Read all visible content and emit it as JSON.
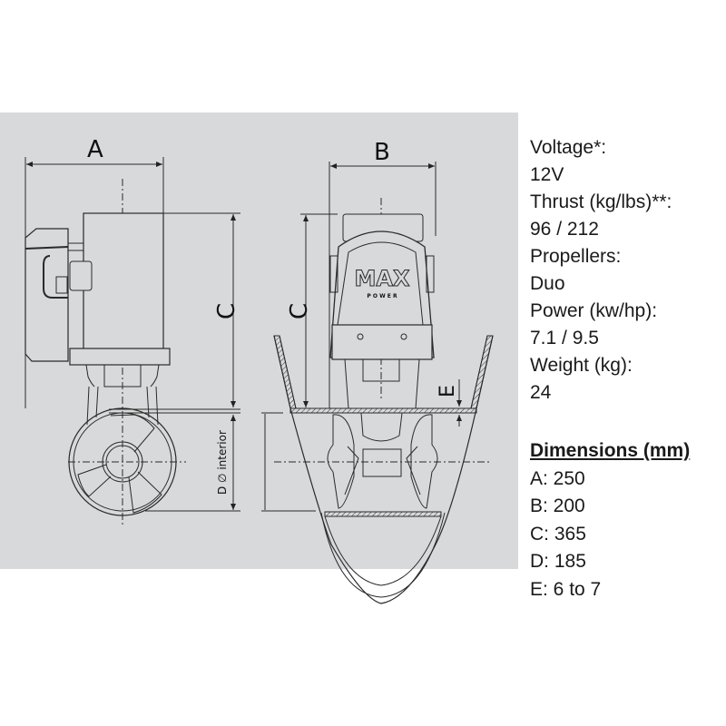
{
  "drawing": {
    "labels": {
      "A": "A",
      "B": "B",
      "C_left": "C",
      "C_right": "C",
      "D": "D ∅ interior",
      "E": "E",
      "logo_main": "MAX",
      "logo_sub": "P O W E R"
    },
    "colors": {
      "panel": "#d8d9da",
      "stroke": "#2a2a2a"
    }
  },
  "specs": [
    {
      "label": "Voltage*:",
      "value": "12V"
    },
    {
      "label": "Thrust (kg/lbs)**:",
      "value": "96 / 212"
    },
    {
      "label": "Propellers:",
      "value": "Duo"
    },
    {
      "label": "Power (kw/hp):",
      "value": "7.1 / 9.5"
    },
    {
      "label": "Weight (kg):",
      "value": "24"
    }
  ],
  "dimensions": {
    "heading": "Dimensions (mm)",
    "items": [
      {
        "text": "A: 250"
      },
      {
        "text": "B: 200"
      },
      {
        "text": "C: 365"
      },
      {
        "text": "D: 185"
      },
      {
        "text": "E: 6 to 7"
      }
    ]
  }
}
